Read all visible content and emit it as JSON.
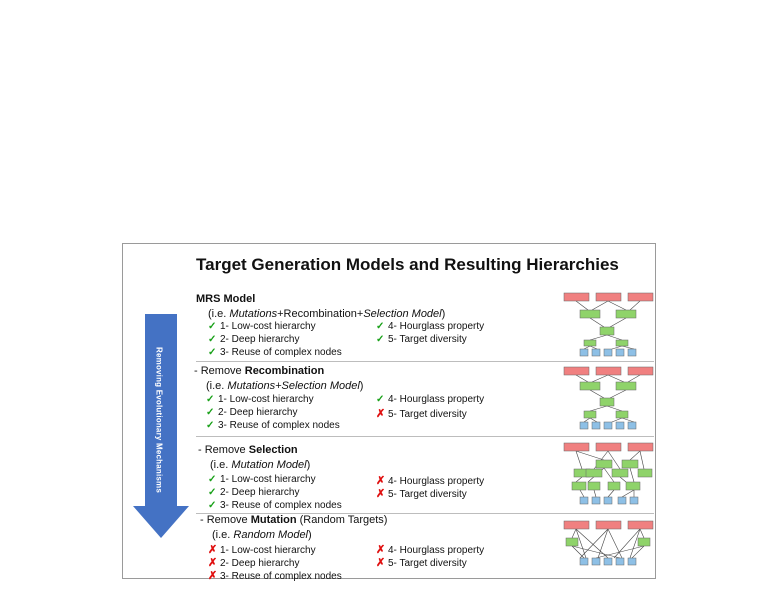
{
  "title": "Target Generation Models and Resulting Hierarchies",
  "arrow_label": "Removing Evolutionary Mechanisms",
  "sections": [
    {
      "head_prefix": "",
      "head_bold": "MRS Model",
      "head_suffix": "",
      "sub": {
        "a": "(i.e. ",
        "b": "Mutations",
        "c": "+Recombination+",
        "d": "Selection Model",
        "e": ")"
      },
      "criteria": [
        {
          "mark": "✓",
          "ok": true,
          "text": "1- Low-cost hierarchy"
        },
        {
          "mark": "✓",
          "ok": true,
          "text": "2- Deep hierarchy"
        },
        {
          "mark": "✓",
          "ok": true,
          "text": "3- Reuse of complex nodes"
        },
        {
          "mark": "✓",
          "ok": true,
          "text": "4- Hourglass property"
        },
        {
          "mark": "✓",
          "ok": true,
          "text": "5- Target diversity"
        }
      ]
    },
    {
      "head_prefix": "- Remove ",
      "head_bold": "Recombination",
      "head_suffix": "",
      "sub": {
        "a": "(i.e. ",
        "b": "Mutations+Selection Model",
        "c": "",
        "d": "",
        "e": ")"
      },
      "criteria": [
        {
          "mark": "✓",
          "ok": true,
          "text": "1- Low-cost hierarchy"
        },
        {
          "mark": "✓",
          "ok": true,
          "text": "2- Deep hierarchy"
        },
        {
          "mark": "✓",
          "ok": true,
          "text": "3- Reuse of complex nodes"
        },
        {
          "mark": "✓",
          "ok": true,
          "text": "4- Hourglass property"
        },
        {
          "mark": "✗",
          "ok": false,
          "text": "5- Target diversity"
        }
      ]
    },
    {
      "head_prefix": "- Remove ",
      "head_bold": "Selection",
      "head_suffix": "",
      "sub": {
        "a": "(i.e. ",
        "b": "Mutation Model",
        "c": "",
        "d": "",
        "e": ")"
      },
      "criteria": [
        {
          "mark": "✓",
          "ok": true,
          "text": "1- Low-cost hierarchy"
        },
        {
          "mark": "✓",
          "ok": true,
          "text": "2- Deep hierarchy"
        },
        {
          "mark": "✓",
          "ok": true,
          "text": "3- Reuse of complex nodes"
        },
        {
          "mark": "✗",
          "ok": false,
          "text": "4- Hourglass property"
        },
        {
          "mark": "✗",
          "ok": false,
          "text": "5- Target diversity"
        }
      ]
    },
    {
      "head_prefix": "- Remove ",
      "head_bold": "Mutation",
      "head_suffix": " (Random Targets)",
      "sub": {
        "a": "(i.e. ",
        "b": "Random Model",
        "c": "",
        "d": "",
        "e": ")"
      },
      "criteria": [
        {
          "mark": "✗",
          "ok": false,
          "text": "1- Low-cost hierarchy"
        },
        {
          "mark": "✗",
          "ok": false,
          "text": "2- Deep hierarchy"
        },
        {
          "mark": "✗",
          "ok": false,
          "text": "3- Reuse of complex nodes"
        },
        {
          "mark": "✗",
          "ok": false,
          "text": "4- Hourglass property"
        },
        {
          "mark": "✗",
          "ok": false,
          "text": "5- Target diversity"
        }
      ]
    }
  ],
  "colors": {
    "arrow": "#4472c4",
    "check": "#18a018",
    "cross": "#e01010",
    "target_node": "#f08080",
    "middle_node": "#8fd36a",
    "source_node": "#8ec0e6"
  }
}
